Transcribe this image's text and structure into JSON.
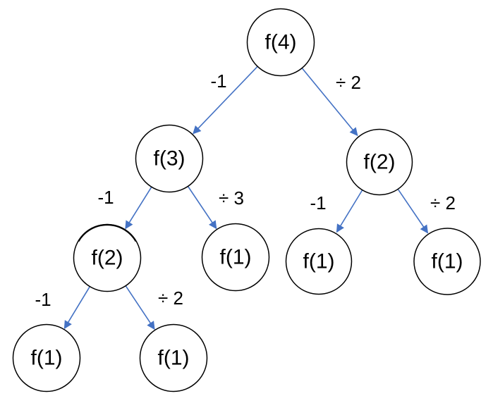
{
  "diagram": {
    "type": "recursion-tree",
    "colors": {
      "arrow": "#4472C4",
      "node_outline": "#000000",
      "text": "#000000",
      "background": "#ffffff"
    },
    "nodes": [
      {
        "id": "f4",
        "label": "f(4)",
        "level": 0
      },
      {
        "id": "f3",
        "label": "f(3)",
        "level": 1
      },
      {
        "id": "f2-right",
        "label": "f(2)",
        "level": 1
      },
      {
        "id": "f2-left",
        "label": "f(2)",
        "level": 2
      },
      {
        "id": "f1-mid",
        "label": "f(1)",
        "level": 2
      },
      {
        "id": "f1-right-left",
        "label": "f(1)",
        "level": 2
      },
      {
        "id": "f1-right-right",
        "label": "f(1)",
        "level": 2
      },
      {
        "id": "f1-bottom-left",
        "label": "f(1)",
        "level": 3
      },
      {
        "id": "f1-bottom-mid",
        "label": "f(1)",
        "level": 3
      }
    ],
    "edges": [
      {
        "from": "f4",
        "to": "f3",
        "label": "-1"
      },
      {
        "from": "f4",
        "to": "f2-right",
        "label": "÷ 2"
      },
      {
        "from": "f3",
        "to": "f2-left",
        "label": "-1"
      },
      {
        "from": "f3",
        "to": "f1-mid",
        "label": "÷ 3"
      },
      {
        "from": "f2-right",
        "to": "f1-right-left",
        "label": "-1"
      },
      {
        "from": "f2-right",
        "to": "f1-right-right",
        "label": "÷ 2"
      },
      {
        "from": "f2-left",
        "to": "f1-bottom-left",
        "label": "-1"
      },
      {
        "from": "f2-left",
        "to": "f1-bottom-mid",
        "label": "÷ 2"
      }
    ]
  }
}
